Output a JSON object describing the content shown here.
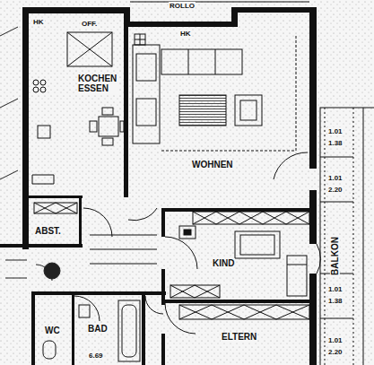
{
  "diagram": {
    "nodes": [
      {
        "text": [
          "KOCHEN ESSEN"
        ]
      },
      {
        "text": [
          "WOHNEN"
        ]
      },
      {
        "text": [
          "ABST."
        ]
      },
      {
        "text": [
          "KIND"
        ]
      },
      {
        "text": [
          "BALKON"
        ]
      },
      {
        "text": [
          "ELTERN"
        ]
      },
      {
        "text": [
          "WC"
        ]
      },
      {
        "text": [
          "BAD"
        ]
      }
    ],
    "edges": [],
    "labels": [
      "ROLLO",
      "HK",
      "OFF.",
      "HK",
      "1.01",
      "1.38",
      "1.01",
      "2.20",
      "1.01",
      "1.38",
      "1.01",
      "2.20",
      "6.69"
    ]
  }
}
